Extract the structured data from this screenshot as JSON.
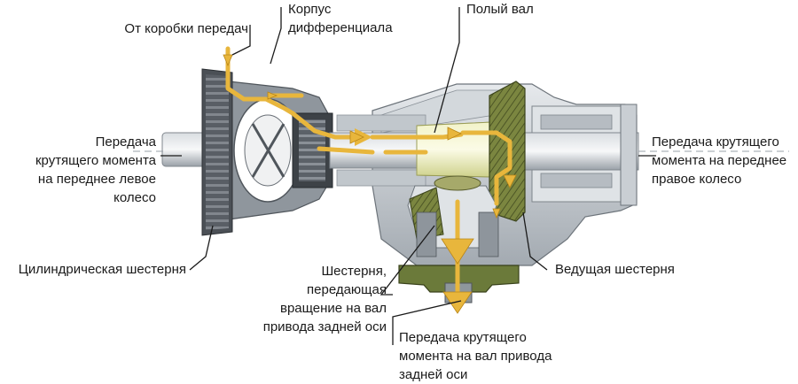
{
  "labels": {
    "from_gearbox": "От коробки передач",
    "diff_housing": "Корпус\nдифференциала",
    "hollow_shaft": "Полый вал",
    "front_left": "Передача\nкрутящего момента\nна переднее левое\nколесо",
    "front_right": "Передача крутящего\nмомента на переднее\nправое колесо",
    "spur_gear": "Цилиндрическая шестерня",
    "drive_gear": "Ведущая шестерня",
    "rear_gear": "Шестерня,\nпередающая\nвращение на вал\nпривода задней оси",
    "rear_shaft": "Передача крутящего\nмомента на вал привода\nзадней оси"
  },
  "colors": {
    "flow": "#e8b63c",
    "flow_dark": "#b98516",
    "gear_dark": "#5a5f66",
    "gear_olive": "#6f7a3a",
    "housing": "#c9ced3",
    "shaft_highlight": "#eef0c8"
  }
}
